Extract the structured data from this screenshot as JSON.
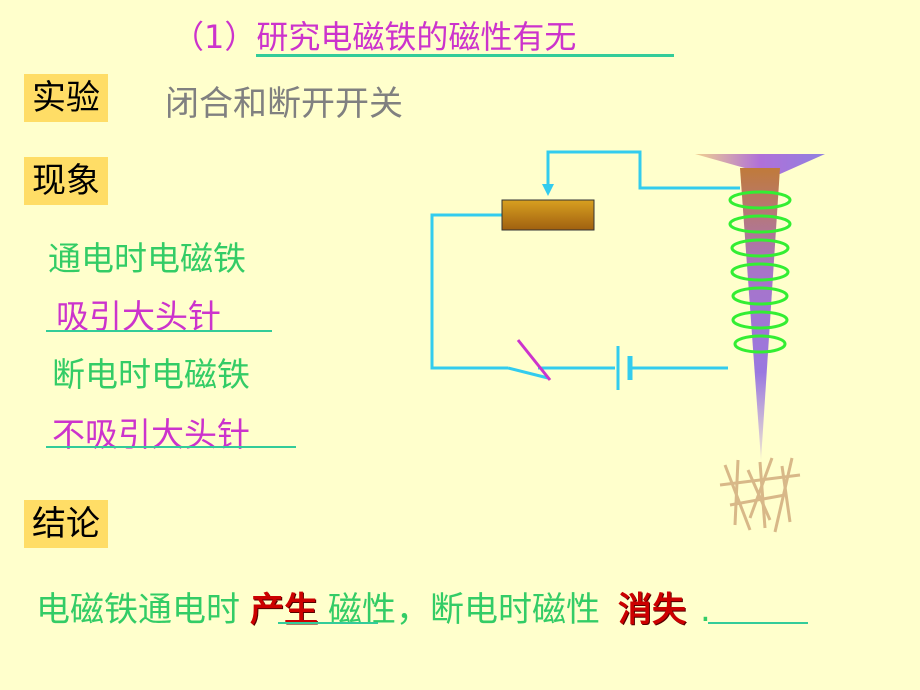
{
  "title": {
    "number": "（1）",
    "text": "研究电磁铁的磁性有无"
  },
  "experiment": {
    "label": "实验",
    "text": "闭合和断开开关"
  },
  "phenomenon": {
    "label": "现象",
    "line1": "通电时电磁铁",
    "answer1": "吸引大头针",
    "line2": "断电时电磁铁",
    "answer2": "不吸引大头针"
  },
  "conclusion": {
    "label": "结论",
    "part1": "电磁铁通电时",
    "answer1": "产生",
    "part2": "磁性，断电时磁性",
    "answer2": "消失",
    "end": "."
  },
  "colors": {
    "background": "#ffffcc",
    "title": "#cc33cc",
    "label_bg": "#ffdd66",
    "green_text": "#33cc66",
    "answer_red": "#cc0000",
    "wire": "#33ccee",
    "coil": "#33ee33"
  }
}
